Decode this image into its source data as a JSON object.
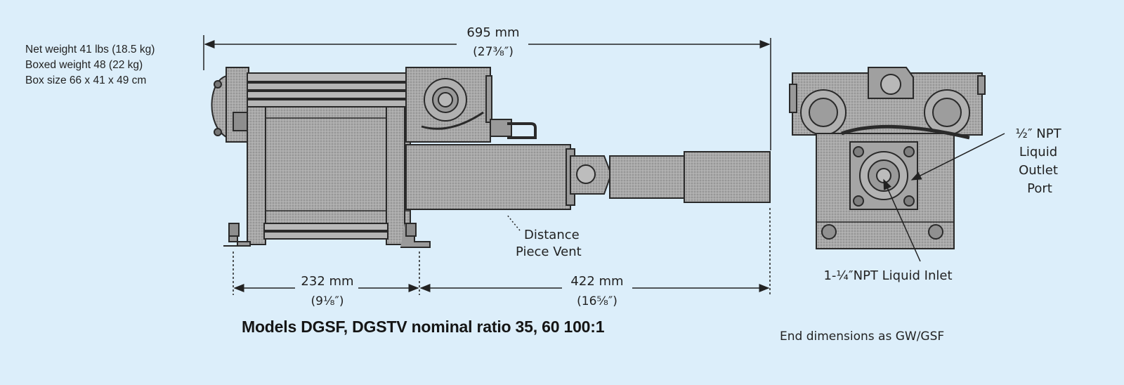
{
  "specs": {
    "net_weight": "Net weight 41 lbs (18.5 kg)",
    "boxed_weight": "Boxed weight 48 (22 kg)",
    "box_size": "Box size 66 x 41 x 49 cm"
  },
  "dimensions": {
    "overall_mm": "695 mm",
    "overall_in": "(27³⁄₈″)",
    "left_mm": "232 mm",
    "left_in": "(9¹⁄₈″)",
    "right_mm": "422 mm",
    "right_in": "(16⁵⁄₈″)"
  },
  "callouts": {
    "vent_line1": "Distance",
    "vent_line2": "Piece Vent",
    "outlet_line1": "½″ NPT",
    "outlet_line2": "Liquid",
    "outlet_line3": "Outlet",
    "outlet_line4": "Port",
    "inlet": "1-¼″NPT Liquid Inlet"
  },
  "title": "Models DGSF, DGSTV nominal ratio 35, 60 100:1",
  "end_caption": "End dimensions as GW/GSF",
  "colors": {
    "background": "#dceefa",
    "metal": "#a9a9a9",
    "metal_dark": "#8e8e8e",
    "outline": "#2a2a2a"
  }
}
